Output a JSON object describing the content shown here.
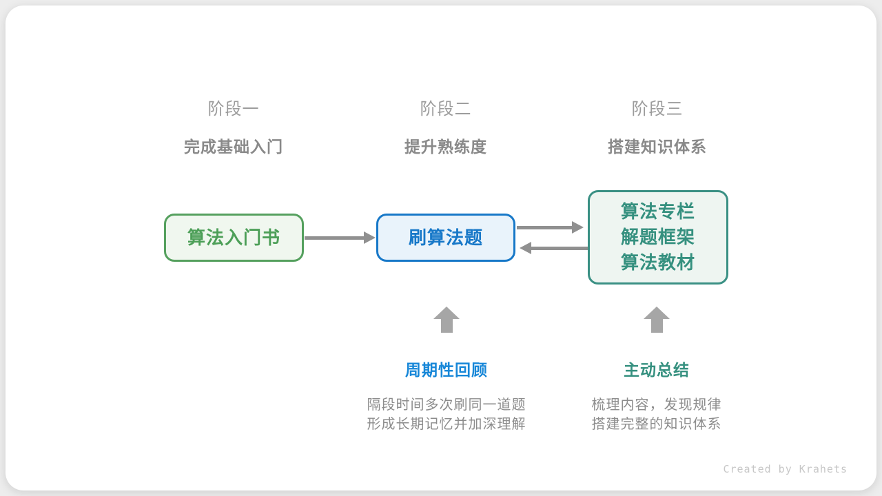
{
  "page": {
    "attribution": "Created by Krahets",
    "background_color": "#ededed",
    "card_color": "#ffffff"
  },
  "stages": [
    {
      "label": "阶段一",
      "subtitle": "完成基础入门"
    },
    {
      "label": "阶段二",
      "subtitle": "提升熟练度"
    },
    {
      "label": "阶段三",
      "subtitle": "搭建知识体系"
    }
  ],
  "nodes": [
    {
      "id": "intro-book",
      "lines": [
        "算法入门书"
      ],
      "border_color": "#55a05e",
      "text_color": "#4d9f58",
      "fill_color": "#f0f7ef"
    },
    {
      "id": "practice-problems",
      "lines": [
        "刷算法题"
      ],
      "border_color": "#1778c8",
      "text_color": "#1778c8",
      "fill_color": "#e9f3fb"
    },
    {
      "id": "knowledge-resources",
      "lines": [
        "算法专栏",
        "解题框架",
        "算法教材"
      ],
      "border_color": "#3a9084",
      "text_color": "#35907f",
      "fill_color": "#eef5f1"
    }
  ],
  "annotations": [
    {
      "title": "周期性回顾",
      "title_color": "#1787d8",
      "desc_line1": "隔段时间多次刷同一道题",
      "desc_line2": "形成长期记忆并加深理解"
    },
    {
      "title": "主动总结",
      "title_color": "#35907f",
      "desc_line1": "梳理内容，发现规律",
      "desc_line2": "搭建完整的知识体系"
    }
  ],
  "arrows": {
    "connector_color": "#909090",
    "up_arrow_color": "#a6a6a6"
  }
}
